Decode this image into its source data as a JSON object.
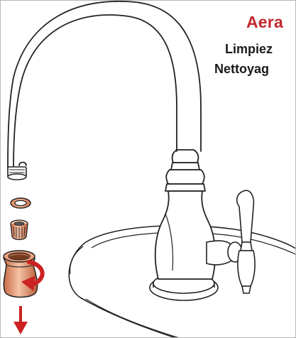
{
  "header": {
    "title": "Aera",
    "subtitle_es": "Limpiez",
    "subtitle_fr": "Nettoyag"
  },
  "colors": {
    "title": "#c1272d",
    "text": "#1a1a1a",
    "line": "#222222",
    "copper_light": "#f4b79a",
    "copper_mid": "#de8a66",
    "copper_dark": "#a8552f",
    "arrow_red": "#cc2222"
  },
  "icons": {
    "removal_arrow": "curved-arrow-icon",
    "down_arrow": "down-arrow-icon"
  }
}
